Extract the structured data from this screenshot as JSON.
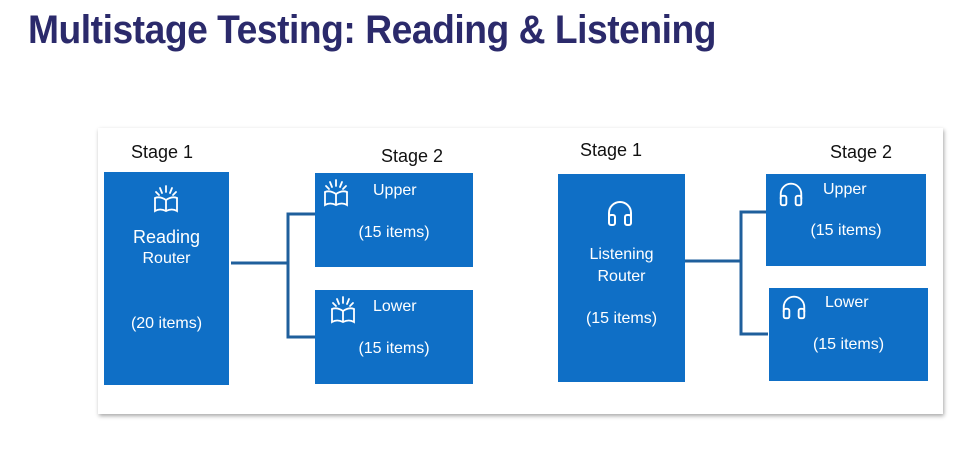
{
  "title": "Multistage Testing: Reading & Listening",
  "reading": {
    "stage1_label": "Stage 1",
    "stage2_label": "Stage 2",
    "router": {
      "icon": "book-icon",
      "line1": "Reading",
      "line2": "Router",
      "items": "(20 items)"
    },
    "upper": {
      "icon": "book-icon",
      "label": "Upper",
      "items": "(15 items)"
    },
    "lower": {
      "icon": "book-icon",
      "label": "Lower",
      "items": "(15 items)"
    }
  },
  "listening": {
    "stage1_label": "Stage 1",
    "stage2_label": "Stage 2",
    "router": {
      "icon": "headphones-icon",
      "line1": "Listening",
      "line2": "Router",
      "items": "(15 items)"
    },
    "upper": {
      "icon": "headphones-icon",
      "label": "Upper",
      "items": "(15 items)"
    },
    "lower": {
      "icon": "headphones-icon",
      "label": "Lower",
      "items": "(15 items)"
    }
  },
  "colors": {
    "title": "#2b2a6b",
    "box": "#0f6fc6",
    "connector": "#1f5f9c"
  }
}
